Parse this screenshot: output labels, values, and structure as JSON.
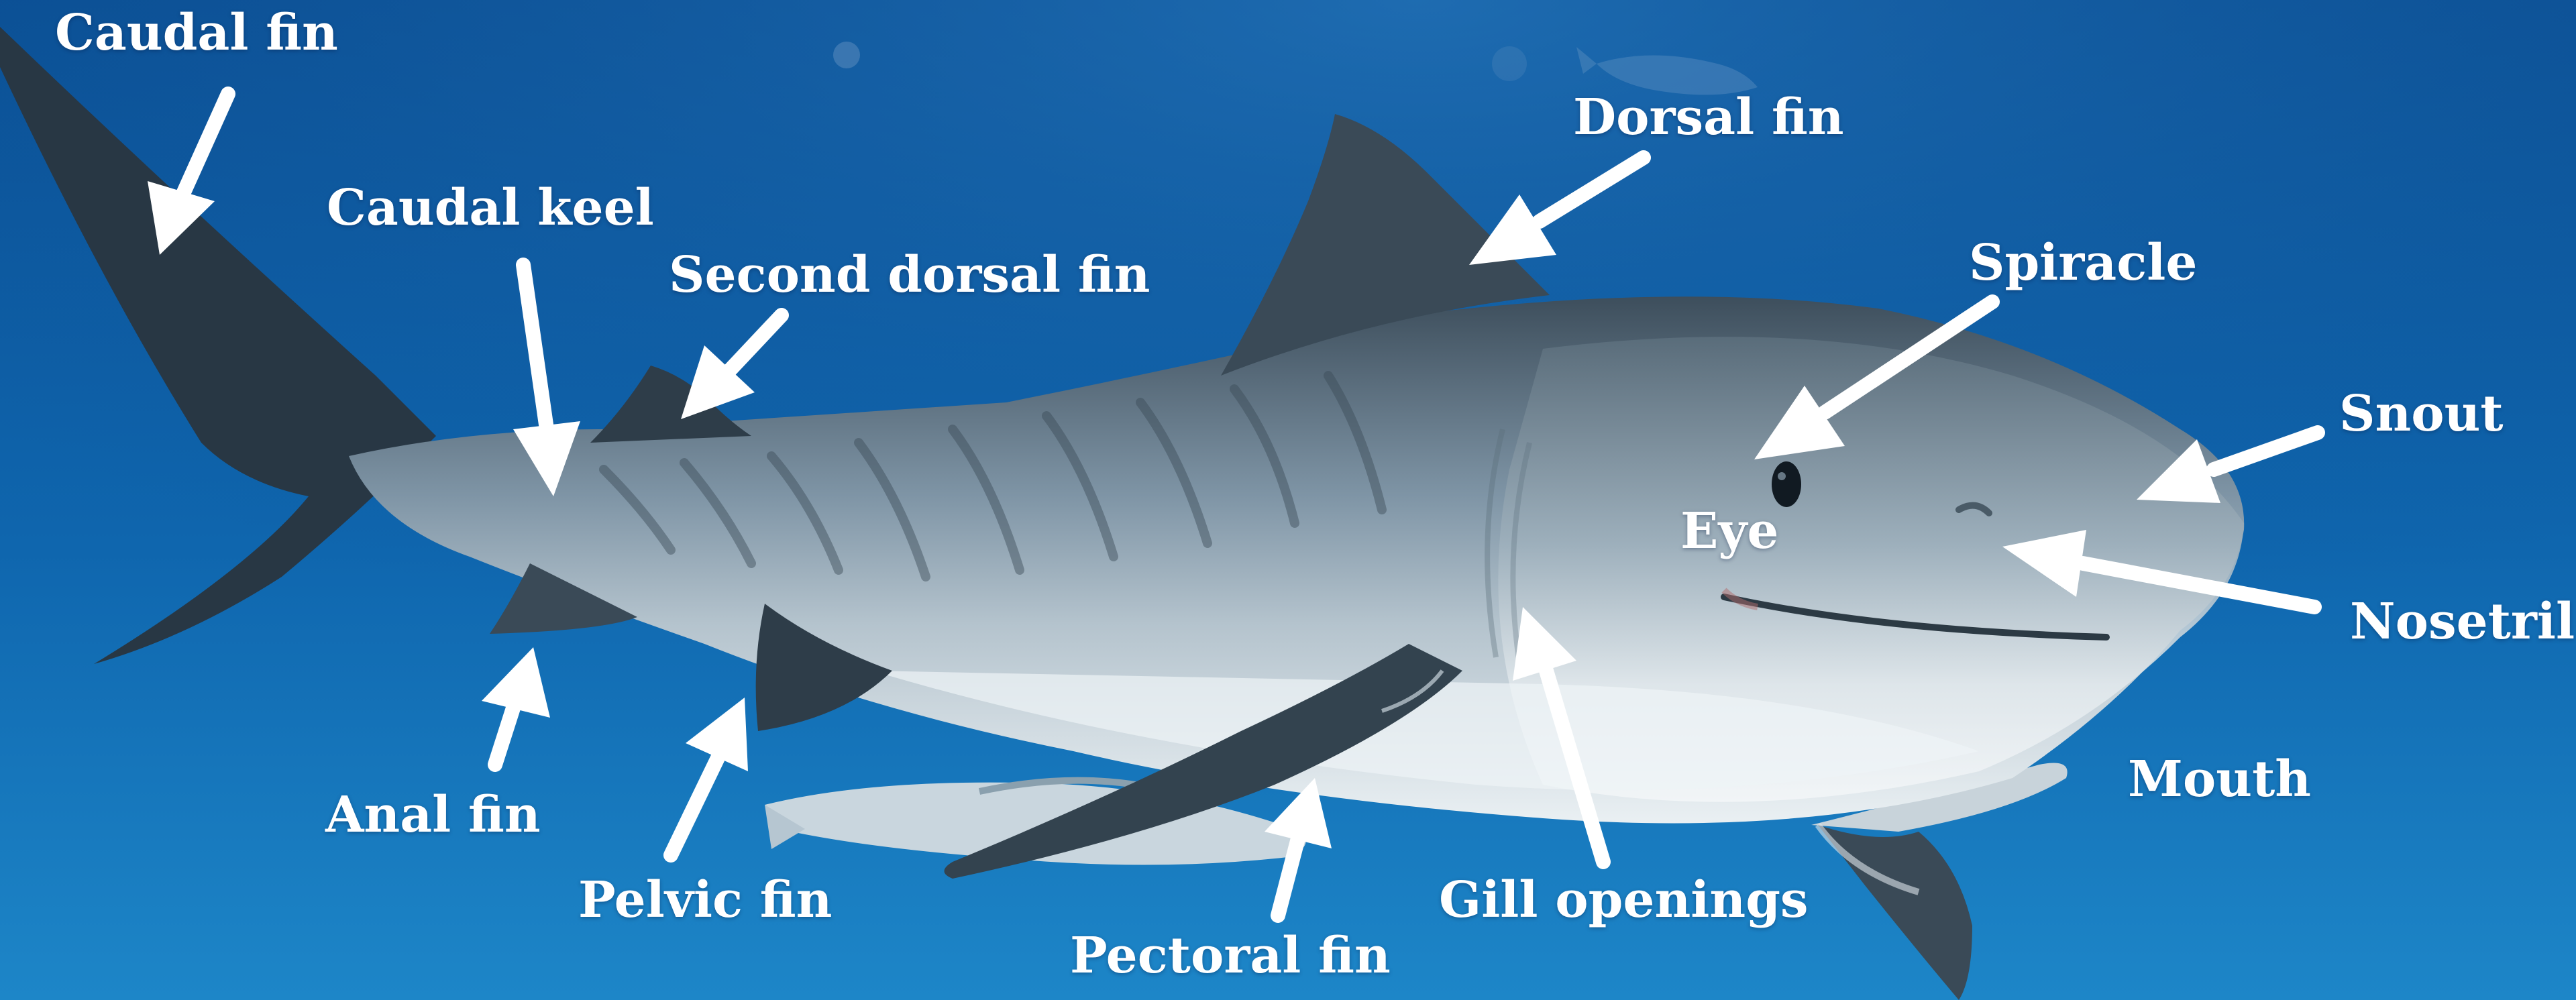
{
  "colors": {
    "water_top": "#0b4f94",
    "water_bottom": "#1d86c8",
    "shark_back": "#3d4e5c",
    "shark_flank": "#7f95a6",
    "shark_belly": "#eaf0f3",
    "fin_dark": "#283744",
    "arrow": "#ffffff",
    "label": "#ffffff"
  },
  "labels": {
    "caudal_fin": "Caudal fin",
    "caudal_keel": "Caudal keel",
    "second_dorsal_fin": "Second dorsal fin",
    "dorsal_fin": "Dorsal fin",
    "spiracle": "Spiracle",
    "snout": "Snout",
    "eye": "Eye",
    "nosetril": "Nosetril",
    "mouth": "Mouth",
    "gill_openings": "Gill openings",
    "pectoral_fin": "Pectoral fin",
    "pelvic_fin": "Pelvic fin",
    "anal_fin": "Anal fin"
  },
  "icons": {
    "arrow": "arrow-icon"
  }
}
